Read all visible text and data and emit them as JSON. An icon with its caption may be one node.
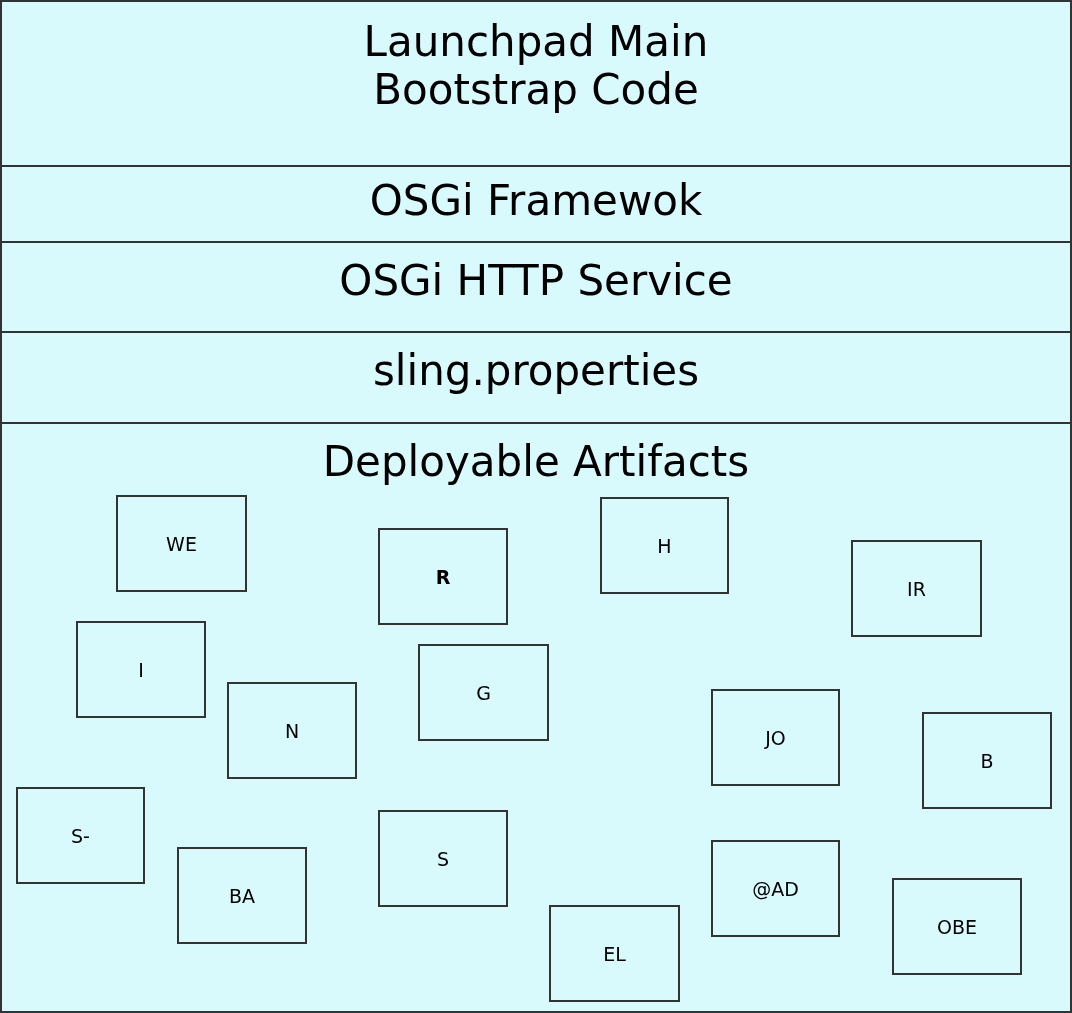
{
  "diagram": {
    "nodes": [
      {
        "text": [
          "Launchpad Main Bootstrap Code"
        ]
      },
      {
        "text": [
          "OSGi Framewok"
        ]
      },
      {
        "text": [
          "OSGi HTTP Service"
        ]
      },
      {
        "text": [
          "sling.properties"
        ]
      },
      {
        "text": [
          "Deployable Artifacts"
        ]
      },
      {
        "text": [
          "WE"
        ],
        "in": 4
      },
      {
        "text": [
          "H"
        ],
        "in": 4
      },
      {
        "text": [
          "R"
        ],
        "in": 4
      },
      {
        "text": [
          "IR"
        ],
        "in": 4
      },
      {
        "text": [
          "I"
        ],
        "in": 4
      },
      {
        "text": [
          "G"
        ],
        "in": 4
      },
      {
        "text": [
          "N"
        ],
        "in": 4
      },
      {
        "text": [
          "JO"
        ],
        "in": 4
      },
      {
        "text": [
          "B"
        ],
        "in": 4
      },
      {
        "text": [
          "S-"
        ],
        "in": 4
      },
      {
        "text": [
          "S"
        ],
        "in": 4
      },
      {
        "text": [
          "@AD"
        ],
        "in": 4
      },
      {
        "text": [
          "BA"
        ],
        "in": 4
      },
      {
        "text": [
          "OBE"
        ],
        "in": 4
      },
      {
        "text": [
          "EL"
        ],
        "in": 4
      }
    ],
    "edges": []
  }
}
